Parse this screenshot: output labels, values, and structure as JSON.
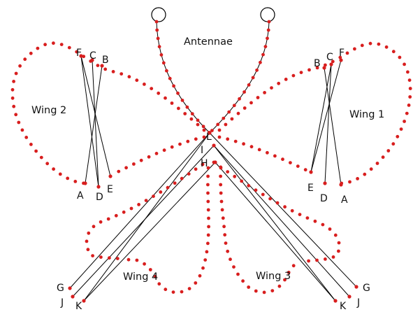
{
  "title": "Antennae",
  "wings": {
    "wing1": "Wing 1",
    "wing2": "Wing 2",
    "wing3": "Wing 3",
    "wing4": "Wing 4"
  },
  "points": {
    "wing1": {
      "b": "B",
      "c": "C",
      "f": "F",
      "e": "E",
      "d": "D",
      "a": "A"
    },
    "wing2": {
      "f": "F",
      "c": "C",
      "b": "B",
      "a": "A",
      "d": "D",
      "e": "E"
    },
    "center": {
      "l": "L",
      "i": "I",
      "h": "H"
    },
    "wing3": {
      "g": "G",
      "j": "J",
      "k": "K"
    },
    "wing4": {
      "g": "G",
      "j": "J",
      "k": "K"
    }
  },
  "colors": {
    "dot": "#d81e1e",
    "line": "#000000",
    "label": "#111111"
  }
}
